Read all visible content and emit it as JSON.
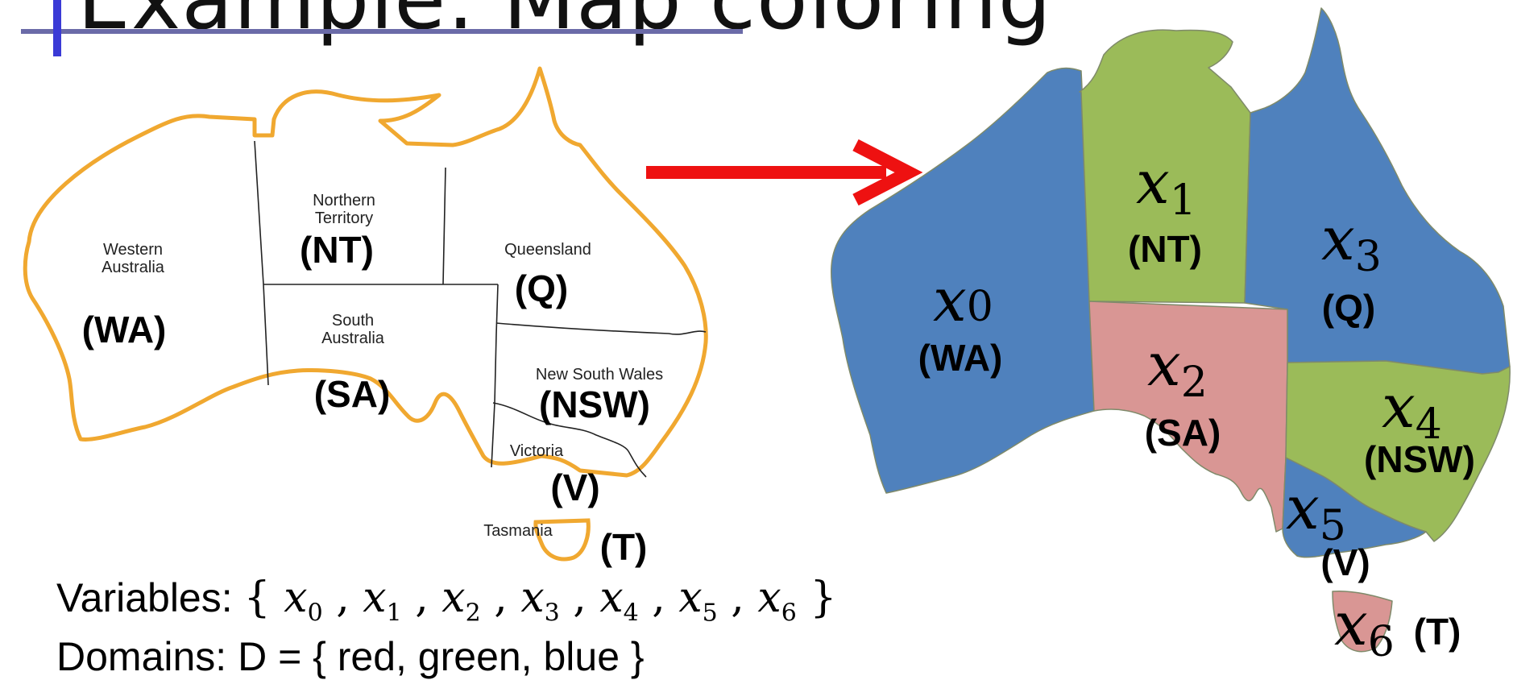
{
  "title": "Example: Map coloring",
  "left_map": {
    "regions": [
      {
        "id": "wa",
        "name_lines": [
          "Western",
          "Australia"
        ],
        "abbr": "(WA)"
      },
      {
        "id": "nt",
        "name_lines": [
          "Northern",
          "Territory"
        ],
        "abbr": "(NT)"
      },
      {
        "id": "q",
        "name_lines": [
          "Queensland"
        ],
        "abbr": "(Q)"
      },
      {
        "id": "sa",
        "name_lines": [
          "South",
          "Australia"
        ],
        "abbr": "(SA)"
      },
      {
        "id": "nsw",
        "name_lines": [
          "New South Wales"
        ],
        "abbr": "(NSW)"
      },
      {
        "id": "v",
        "name_lines": [
          "Victoria"
        ],
        "abbr": "(V)"
      },
      {
        "id": "t",
        "name_lines": [
          "Tasmania"
        ],
        "abbr": "(T)"
      }
    ],
    "outline_color": "#f0a830"
  },
  "arrow_color": "#ee1111",
  "right_map": {
    "regions": [
      {
        "id": "wa",
        "var": "x",
        "sub": "0",
        "abbr": "(WA)",
        "color": "#4f81bd"
      },
      {
        "id": "nt",
        "var": "x",
        "sub": "1",
        "abbr": "(NT)",
        "color": "#9bbb59"
      },
      {
        "id": "sa",
        "var": "x",
        "sub": "2",
        "abbr": "(SA)",
        "color": "#d99694"
      },
      {
        "id": "q",
        "var": "x",
        "sub": "3",
        "abbr": "(Q)",
        "color": "#4f81bd"
      },
      {
        "id": "nsw",
        "var": "x",
        "sub": "4",
        "abbr": "(NSW)",
        "color": "#9bbb59"
      },
      {
        "id": "v",
        "var": "x",
        "sub": "5",
        "abbr": "(V)",
        "color": "#4f81bd"
      },
      {
        "id": "t",
        "var": "x",
        "sub": "6",
        "abbr": "(T)",
        "color": "#d99694"
      }
    ]
  },
  "variables": {
    "label": "Variables:",
    "open": "{",
    "close": "}",
    "items": [
      {
        "var": "x",
        "sub": "0"
      },
      {
        "var": "x",
        "sub": "1"
      },
      {
        "var": "x",
        "sub": "2"
      },
      {
        "var": "x",
        "sub": "3"
      },
      {
        "var": "x",
        "sub": "4"
      },
      {
        "var": "x",
        "sub": "5"
      },
      {
        "var": "x",
        "sub": "6"
      }
    ]
  },
  "domains_text": "Domains: D = { red, green, blue }"
}
